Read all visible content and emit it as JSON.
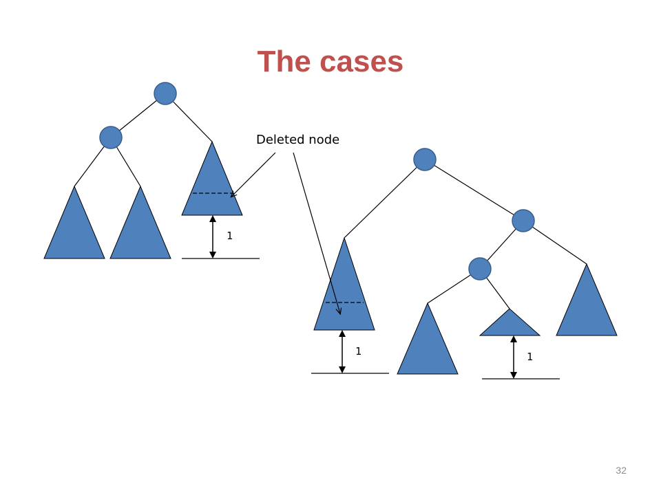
{
  "slide": {
    "title": "The cases",
    "callout_label": "Deleted node",
    "page_number": "32",
    "height_labels": {
      "case1_right": "1",
      "case2_left": "1",
      "case2_middle": "1"
    }
  },
  "colors": {
    "title": "#C0504D",
    "node_fill": "#4F81BD",
    "node_stroke": "#385D8A",
    "line": "#000000",
    "page_number": "#8C8C8C",
    "text": "#000000"
  }
}
